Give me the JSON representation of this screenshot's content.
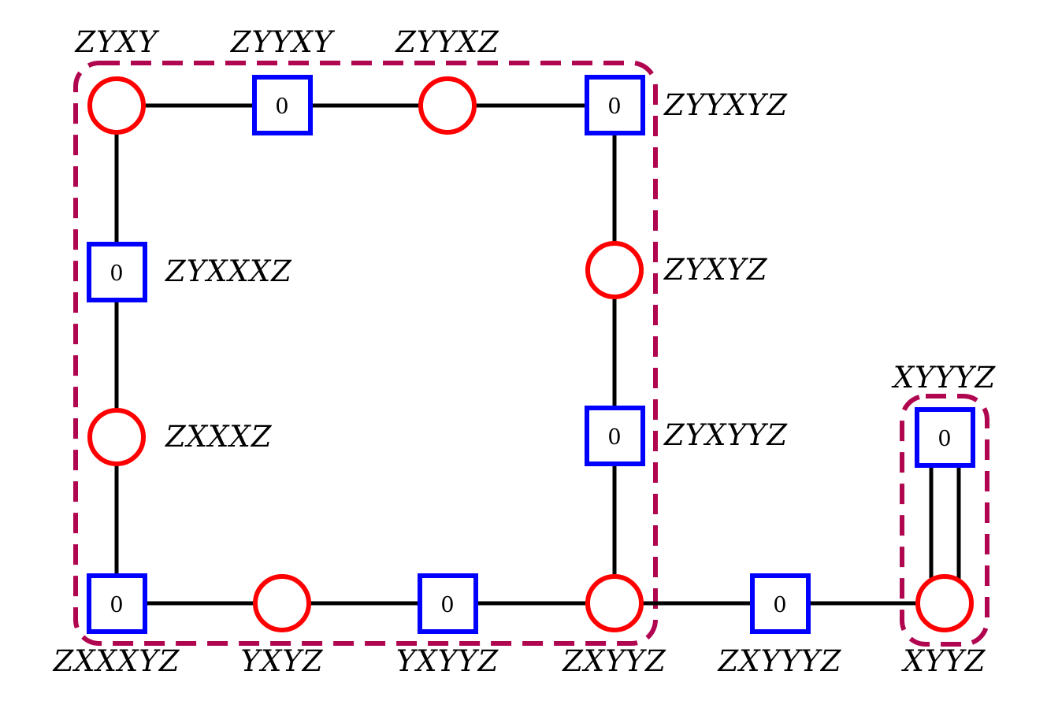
{
  "colors": {
    "edge": "#000000",
    "circle": "#ff0000",
    "square": "#0000ff",
    "region": "#b0064f"
  },
  "nodes": {
    "n_zyxy": {
      "shape": "circle",
      "label": "ZYXY"
    },
    "n_zyyxy": {
      "shape": "square",
      "value": "0",
      "label": "ZYYXY"
    },
    "n_zyyxz": {
      "shape": "circle",
      "label": "ZYYXZ"
    },
    "n_zyyxyz": {
      "shape": "square",
      "value": "0",
      "label": "ZYYXYZ"
    },
    "n_zyxxxz": {
      "shape": "square",
      "value": "0",
      "label": "ZYXXXZ"
    },
    "n_zyxyz": {
      "shape": "circle",
      "label": "ZYXYZ"
    },
    "n_zxxxz": {
      "shape": "circle",
      "label": "ZXXXZ"
    },
    "n_zyxyyz": {
      "shape": "square",
      "value": "0",
      "label": "ZYXYYZ"
    },
    "n_zxxxyz": {
      "shape": "square",
      "value": "0",
      "label": "ZXXXYZ"
    },
    "n_yxyz": {
      "shape": "circle",
      "label": "YXYZ"
    },
    "n_yxyyz": {
      "shape": "square",
      "value": "0",
      "label": "YXYYZ"
    },
    "n_zxyyz": {
      "shape": "circle",
      "label": "ZXYYZ"
    },
    "n_zxyyyz": {
      "shape": "square",
      "value": "0",
      "label": "ZXYYYZ"
    },
    "n_xyyyz": {
      "shape": "square",
      "value": "0",
      "label": "XYYYZ"
    },
    "n_xyyz": {
      "shape": "circle",
      "label": "XYYZ"
    }
  },
  "edges": [
    [
      "n_zyxy",
      "n_zyyxy"
    ],
    [
      "n_zyyxy",
      "n_zyyxz"
    ],
    [
      "n_zyyxz",
      "n_zyyxyz"
    ],
    [
      "n_zyyxyz",
      "n_zyxyz"
    ],
    [
      "n_zyxyz",
      "n_zyxyyz"
    ],
    [
      "n_zyxyyz",
      "n_zxyyz"
    ],
    [
      "n_zyxy",
      "n_zyxxxz"
    ],
    [
      "n_zyxxxz",
      "n_zxxxz"
    ],
    [
      "n_zxxxz",
      "n_zxxxyz"
    ],
    [
      "n_zxxxyz",
      "n_yxyz"
    ],
    [
      "n_yxyz",
      "n_yxyyz"
    ],
    [
      "n_yxyyz",
      "n_zxyyz"
    ],
    [
      "n_zxyyz",
      "n_zxyyyz"
    ],
    [
      "n_zxyyyz",
      "n_xyyz"
    ],
    [
      "n_xyyyz",
      "n_xyyz"
    ],
    [
      "n_xyyyz",
      "n_xyyz"
    ]
  ],
  "regions": [
    {
      "name": "main-block",
      "members": [
        "n_zyxy",
        "n_zyyxy",
        "n_zyyxz",
        "n_zyyxyz",
        "n_zyxxxz",
        "n_zyxyz",
        "n_zxxxz",
        "n_zyxyyz",
        "n_zxxxyz",
        "n_yxyz",
        "n_yxyyz",
        "n_zxyyz"
      ]
    },
    {
      "name": "right-block",
      "members": [
        "n_xyyyz",
        "n_xyyz"
      ]
    }
  ]
}
